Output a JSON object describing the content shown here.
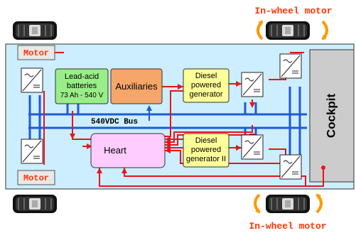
{
  "labels": {
    "motor_top_left": "Motor",
    "motor_bottom_left": "Motor",
    "inwheel_top": "In-wheel motor",
    "inwheel_bottom": "In-wheel motor",
    "batteries_line1": "Lead-acid",
    "batteries_line2": "batteries",
    "batteries_line3": "73 Ah - 540 V",
    "auxiliaries": "Auxiliaries",
    "gen1_line1": "Diesel",
    "gen1_line2": "powered",
    "gen1_line3": "generator",
    "gen2_line1": "Diesel",
    "gen2_line2": "powered",
    "gen2_line3": "generator II",
    "heart": "Heart",
    "bus": "540VDC Bus",
    "cockpit": "Cockpit"
  },
  "colors": {
    "chassis": "#cceeff",
    "bus": "#1e5ad8",
    "signal": "#e8141b",
    "batteries": "#99ee88",
    "auxiliaries": "#f7a66a",
    "generator": "#ffff99",
    "heart": "#ffccff",
    "cockpit": "#cccccc",
    "motor_label": "#ff3300",
    "rotation_arrow": "#ff9900"
  }
}
